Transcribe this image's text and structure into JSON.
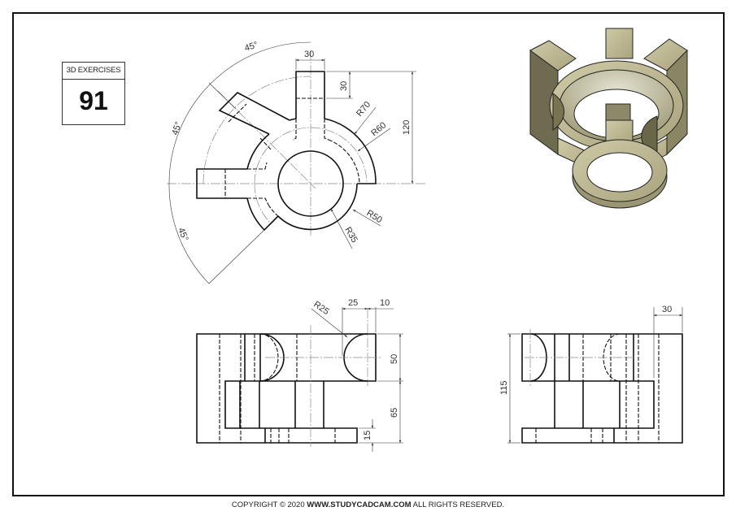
{
  "badge": {
    "header": "3D EXERCISES",
    "number": "91"
  },
  "footer": {
    "prefix": "COPYRIGHT © 2020 ",
    "site": "WWW.STUDYCADCAM.COM",
    "suffix": " ALL RIGHTS RESERVED."
  },
  "top_view": {
    "dimensions": {
      "arm_width": "30",
      "arm_length": "30",
      "height_120": "120",
      "r70": "R70",
      "r60": "R60",
      "r50": "R50",
      "r35": "R35",
      "angle_top": "45°",
      "angle_mid": "45°",
      "angle_bottom": "45°"
    }
  },
  "front_view": {
    "dimensions": {
      "r25": "R25",
      "w25": "25",
      "w10": "10",
      "h50": "50",
      "h65": "65",
      "h15": "15"
    }
  },
  "side_view": {
    "dimensions": {
      "w30": "30",
      "h115": "115"
    }
  },
  "model_3d": {
    "fill": "#bdb892",
    "shade": "#7a7658",
    "dark": "#5e5b44"
  },
  "colors": {
    "line": "#111111",
    "center_line": "#888888",
    "dim_text": "#333333"
  }
}
